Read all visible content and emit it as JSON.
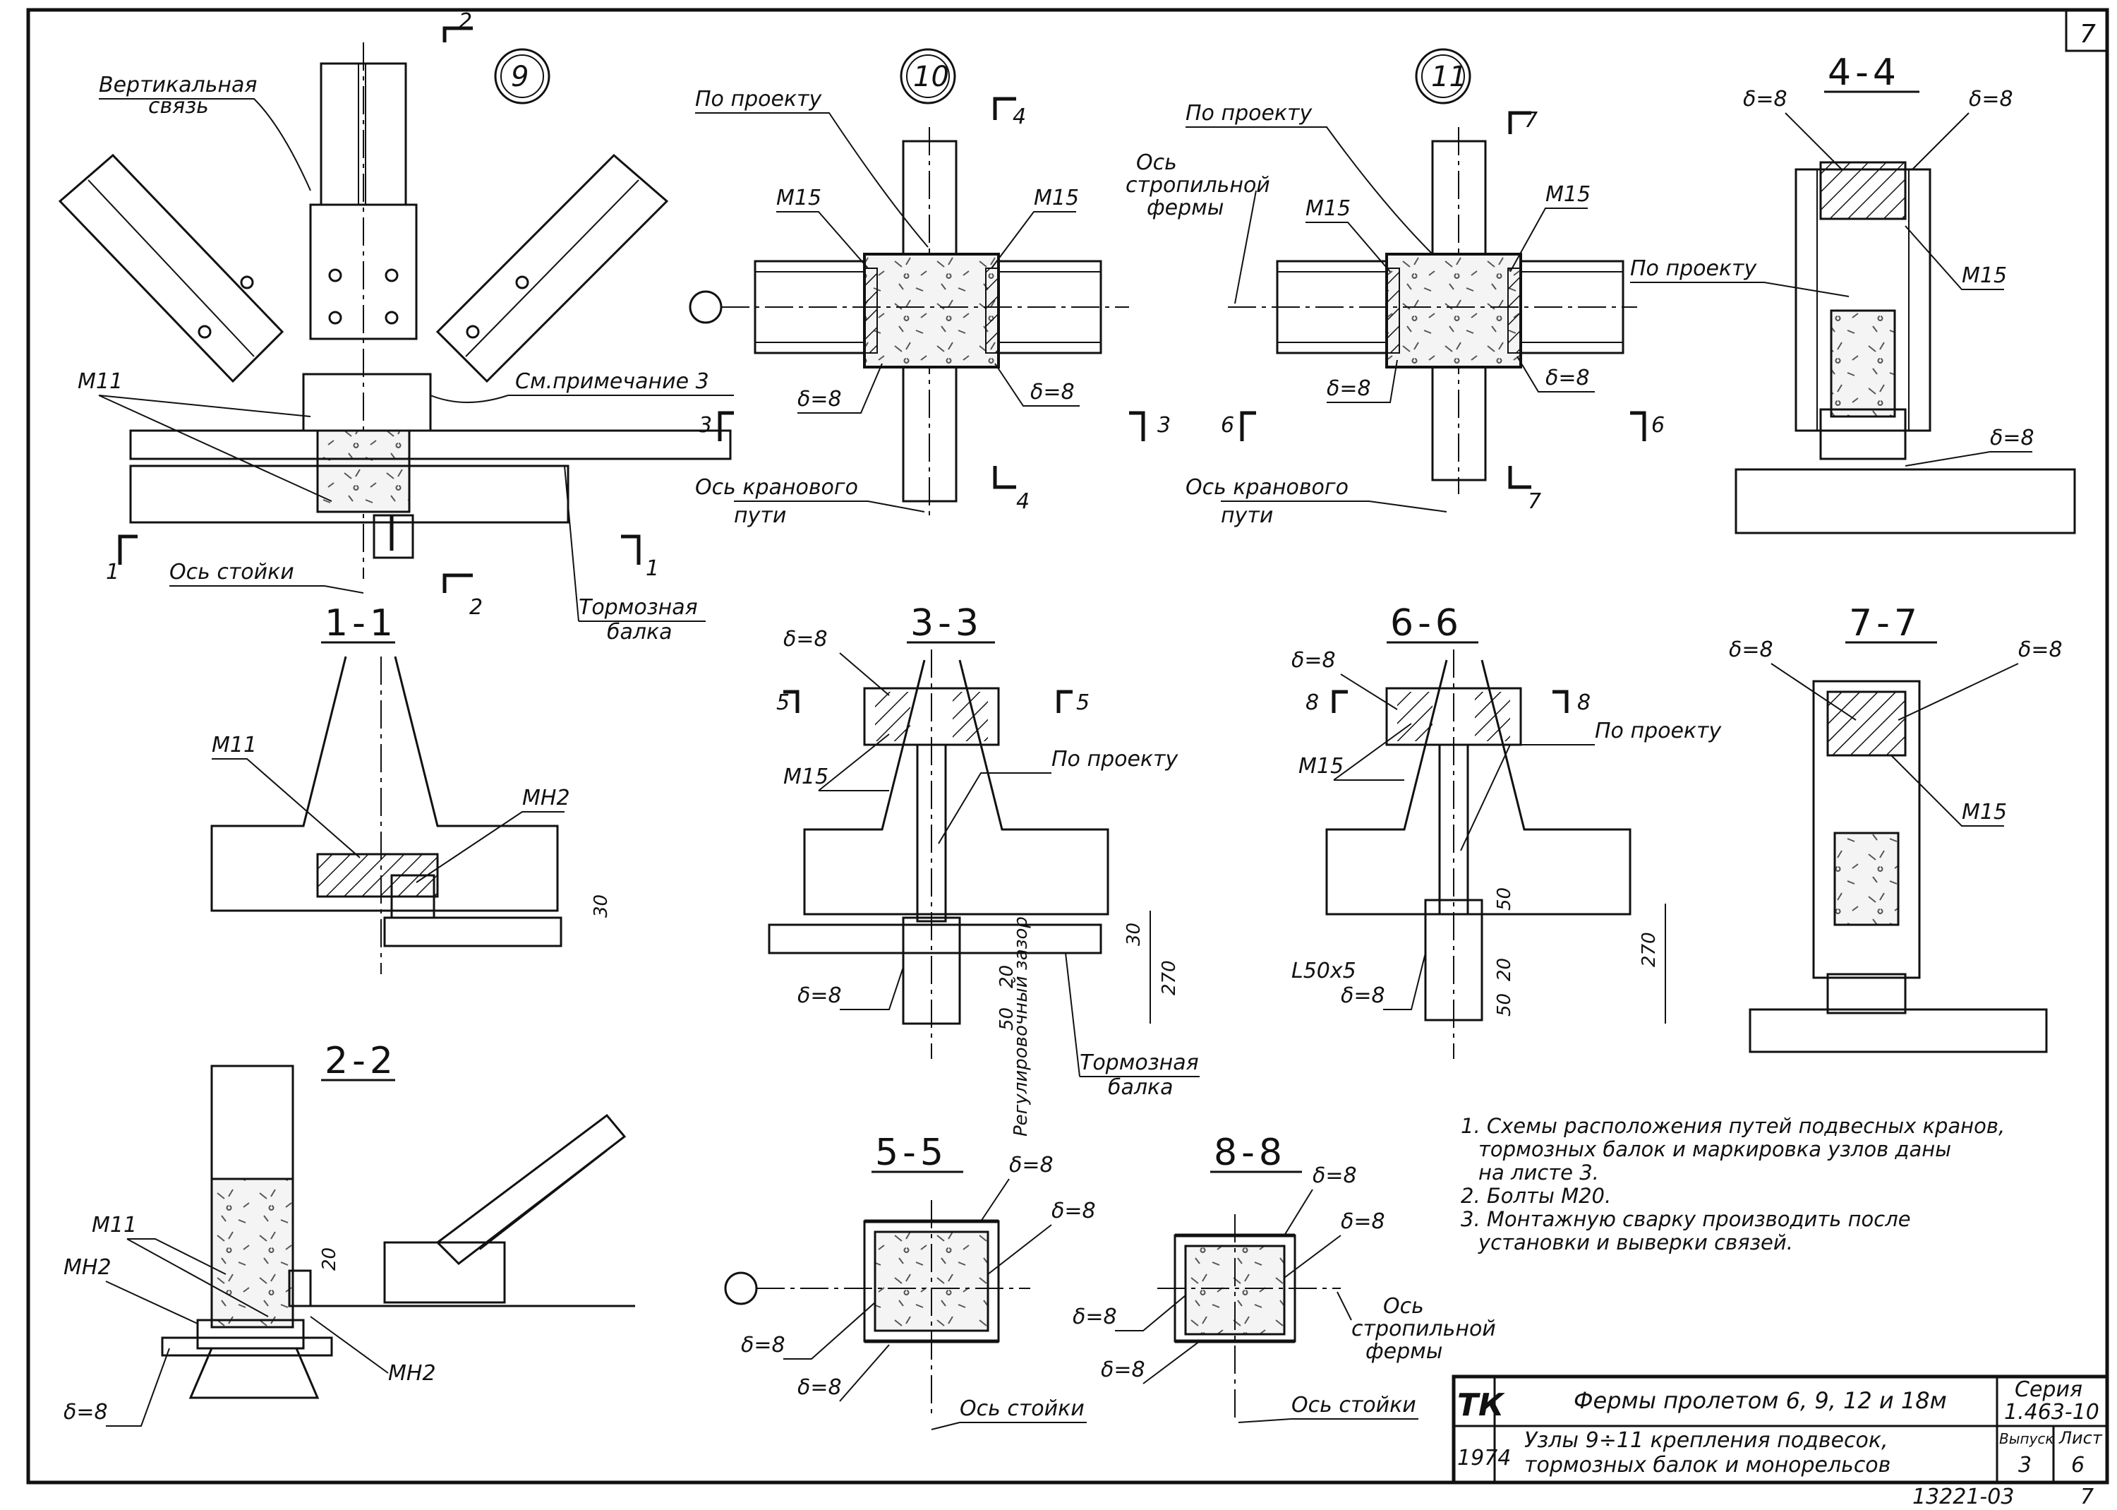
{
  "sheet": {
    "page_number": "7",
    "bottom_number": "13221-03",
    "bottom_page": "7"
  },
  "node_9": {
    "marker": "9",
    "labels": {
      "vertical_brace_1": "Вертикальная",
      "vertical_brace_2": "связь",
      "m11": "М11",
      "see_note": "См.примечание 3",
      "post_axis": "Ось стойки",
      "brake_beam_1": "Тормозная",
      "brake_beam_2": "балка",
      "cut_1a": "1",
      "cut_1b": "1",
      "cut_2a": "2",
      "cut_2b": "2"
    }
  },
  "node_10": {
    "marker": "10",
    "labels": {
      "by_project": "По проекту",
      "m15_left": "М15",
      "m15_right": "М15",
      "d8_left": "δ=8",
      "d8_right": "δ=8",
      "crane_axis_1": "Ось кранового",
      "crane_axis_2": "пути",
      "cut_3a": "3",
      "cut_3b": "3",
      "cut_4a": "4",
      "cut_4b": "4"
    }
  },
  "node_11": {
    "marker": "11",
    "labels": {
      "by_project": "По проекту",
      "truss_axis_1": "Ось",
      "truss_axis_2": "стропильной",
      "truss_axis_3": "фермы",
      "m15_left": "М15",
      "m15_right": "М15",
      "d8_left": "δ=8",
      "d8_right": "δ=8",
      "crane_axis_1": "Ось кранового",
      "crane_axis_2": "пути",
      "cut_6a": "6",
      "cut_6b": "6",
      "cut_7a": "7",
      "cut_7b": "7"
    }
  },
  "sections": {
    "s44": {
      "title": "4-4",
      "d8_left": "δ=8",
      "d8_right": "δ=8",
      "by_project": "По проекту",
      "m15": "М15",
      "d8_bottom": "δ=8"
    },
    "s11": {
      "title": "1-1",
      "m11": "М11",
      "mh2": "МН2",
      "dim": "30"
    },
    "s33": {
      "title": "3-3",
      "d8_top": "δ=8",
      "m15": "М15",
      "by_project": "По проекту",
      "d8_bottom": "δ=8",
      "dim_30": "30",
      "dim_270": "270",
      "dim_20": "20",
      "dim_50": "50",
      "gap": "Регулировочный зазор",
      "brake_1": "Тормозная",
      "brake_2": "балка",
      "cut_5a": "5",
      "cut_5b": "5"
    },
    "s66": {
      "title": "6-6",
      "d8_top": "δ=8",
      "m15": "М15",
      "by_project": "По проекту",
      "angle": "L50x5",
      "d8_bottom": "δ=8",
      "dim_50a": "50",
      "dim_270": "270",
      "dim_20": "20",
      "dim_50b": "50",
      "cut_8a": "8",
      "cut_8b": "8"
    },
    "s77": {
      "title": "7-7",
      "d8_left": "δ=8",
      "d8_right": "δ=8",
      "m15": "М15"
    },
    "s22": {
      "title": "2-2",
      "m11": "М11",
      "mh2_left": "МН2",
      "mh2_right": "МН2",
      "d8": "δ=8",
      "dim_20": "20"
    },
    "s55": {
      "title": "5-5",
      "d8_top": "δ=8",
      "d8_right": "δ=8",
      "d8_left": "δ=8",
      "d8_bottom": "δ=8",
      "post_axis": "Ось стойки"
    },
    "s88": {
      "title": "8-8",
      "d8_top": "δ=8",
      "d8_right": "δ=8",
      "d8_left": "δ=8",
      "d8_bottom": "δ=8",
      "truss_axis_1": "Ось",
      "truss_axis_2": "стропильной",
      "truss_axis_3": "фермы",
      "post_axis": "Ось стойки"
    }
  },
  "notes": [
    "1. Схемы расположения путей подвесных кранов,",
    "тормозных балок и маркировка узлов даны",
    "на листе 3.",
    "2. Болты  М20.",
    "3. Монтажную сварку производить после",
    "установки и выверки связей."
  ],
  "title_block": {
    "logo": "ТК",
    "year": "1974",
    "title": "Фермы пролетом 6, 9, 12 и 18м",
    "subtitle_1": "Узлы 9÷11 крепления подвесок,",
    "subtitle_2": "тормозных балок и монорельсов",
    "series_label": "Серия",
    "series_value": "1.463-10",
    "issue_label": "Выпуск",
    "issue_value": "3",
    "sheet_label": "Лист",
    "sheet_value": "6"
  }
}
